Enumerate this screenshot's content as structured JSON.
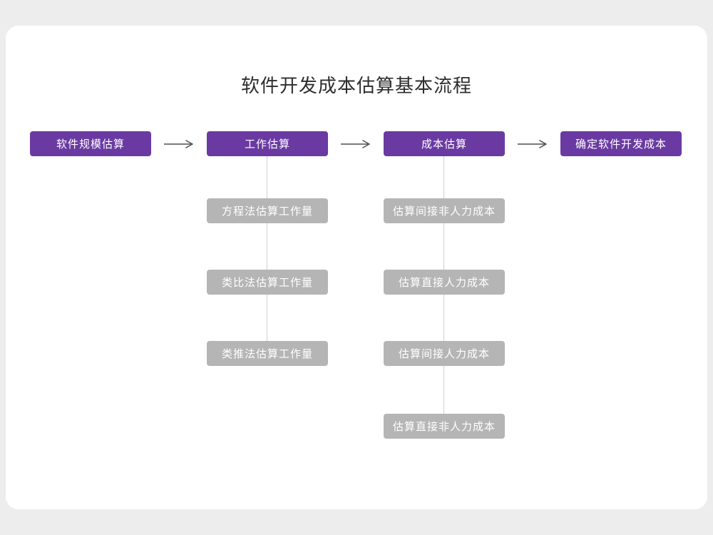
{
  "title": "软件开发成本估算基本流程",
  "colors": {
    "stage_bg": "#6a3aa2",
    "substep_bg": "#b5b5b5",
    "connector_line": "#cfcfcf",
    "arrow": "#4f4f4f",
    "card_bg": "#ffffff",
    "page_bg": "#ededed"
  },
  "stages": [
    {
      "label": "软件规模估算"
    },
    {
      "label": "工作估算"
    },
    {
      "label": "成本估算"
    },
    {
      "label": "确定软件开发成本"
    }
  ],
  "work_estimation_substeps": [
    {
      "label": "方程法估算工作量"
    },
    {
      "label": "类比法估算工作量"
    },
    {
      "label": "类推法估算工作量"
    }
  ],
  "cost_estimation_substeps": [
    {
      "label": "估算间接非人力成本"
    },
    {
      "label": "估算直接人力成本"
    },
    {
      "label": "估算间接人力成本"
    },
    {
      "label": "估算直接非人力成本"
    }
  ]
}
